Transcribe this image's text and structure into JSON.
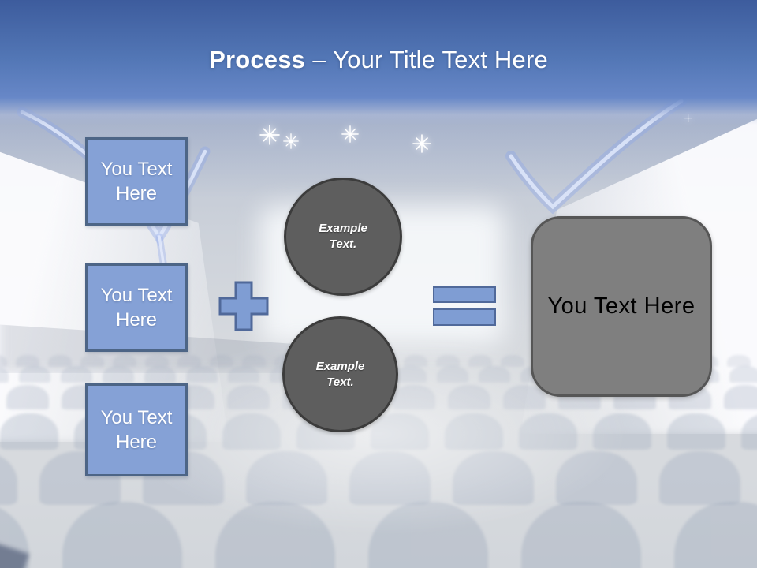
{
  "title": {
    "bold": "Process",
    "regular": "– Your Title Text Here"
  },
  "left_boxes": [
    {
      "label": "You Text Here"
    },
    {
      "label": "You Text Here"
    },
    {
      "label": "You Text Here"
    }
  ],
  "operators": {
    "plus_icon": "plus-shape",
    "equals_icon": "equals-shape"
  },
  "circles": [
    {
      "label": "Example Text."
    },
    {
      "label": "Example Text."
    }
  ],
  "result_box": {
    "label": "You Text Here"
  },
  "colors": {
    "header_top": "#3d5c9d",
    "header_mid": "#5377b6",
    "header_bottom": "#6787c7",
    "title_text": "#ffffff",
    "box_fill": "#85a1d6",
    "box_border": "#4d6586",
    "box_text": "#ffffff",
    "shape_fill": "#7f9dd3",
    "shape_border": "#50699a",
    "circle_fill": "#5e5e5e",
    "circle_border": "#3c3c3c",
    "circle_text": "#ffffff",
    "result_fill": "#7f7f7f",
    "result_border": "#565656",
    "result_text": "#000000"
  }
}
